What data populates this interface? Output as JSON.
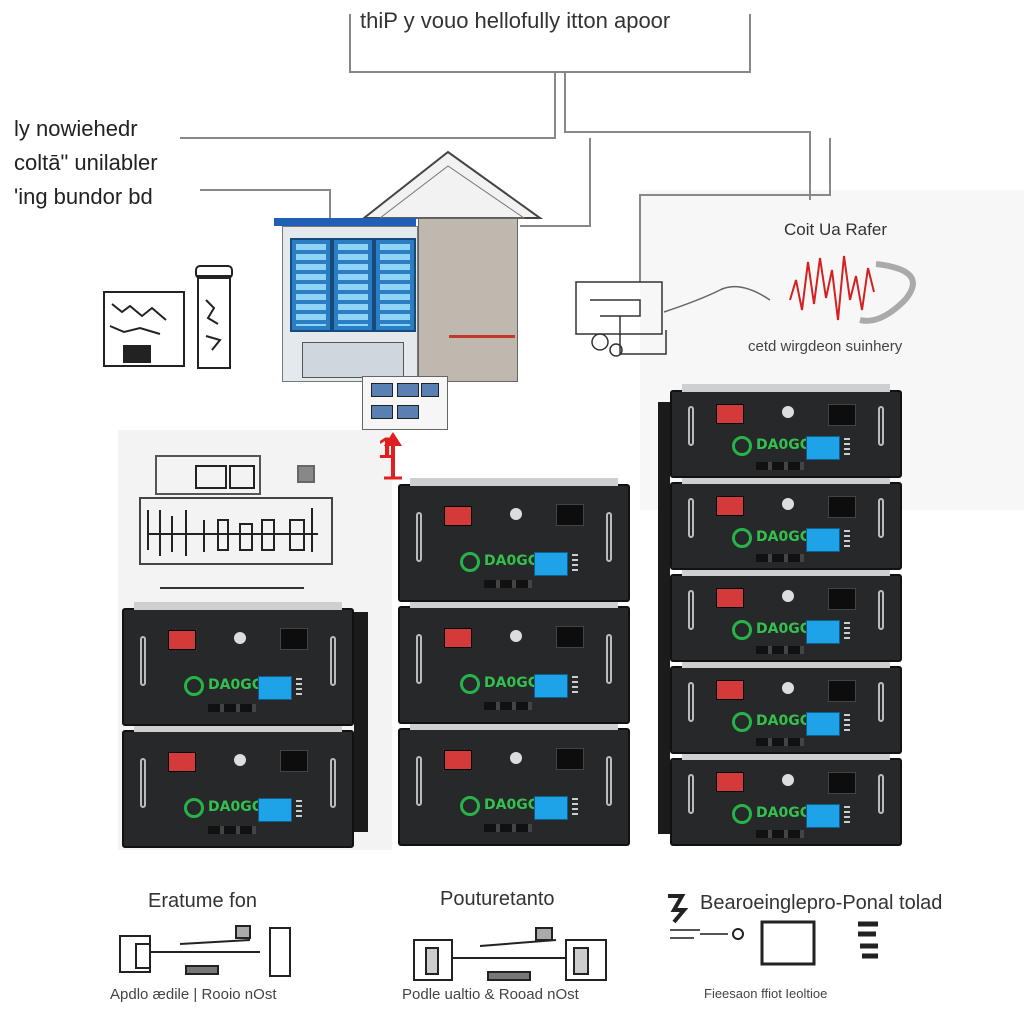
{
  "header": {
    "title": "thiP y vouo hellofully itton apoor"
  },
  "left_labels": [
    "ly nowiehedr",
    "coltā\" unilabler",
    "'ing bundor bd"
  ],
  "right_panel": {
    "title": "Coit Ua Rafer",
    "subtitle": "cetd wirgdeon suinhery"
  },
  "modules": {
    "brand": "DA0GG"
  },
  "stacks": [
    {
      "name": "left-stack",
      "count": 2
    },
    {
      "name": "center-stack",
      "count": 3
    },
    {
      "name": "right-stack",
      "count": 5
    }
  ],
  "arrow": {
    "label": "1"
  },
  "bottom": {
    "captions": [
      "Eratume fon",
      "Pouturetanto",
      "Bearoeinglepro-Ponal tolad"
    ],
    "subcaptions": [
      "Apdlo ædile | Rooio nOst",
      "Podle ualtio & Rooad nOst",
      "Fieesaon ffiot    Ieoltioe"
    ]
  },
  "colors": {
    "module_body": "#262829",
    "accent_red": "#d43a3a",
    "brand_green": "#33c04f",
    "lcd_blue": "#1ea3e8",
    "roof_blue": "#1f5fb6",
    "arrow_red": "#e02020"
  }
}
